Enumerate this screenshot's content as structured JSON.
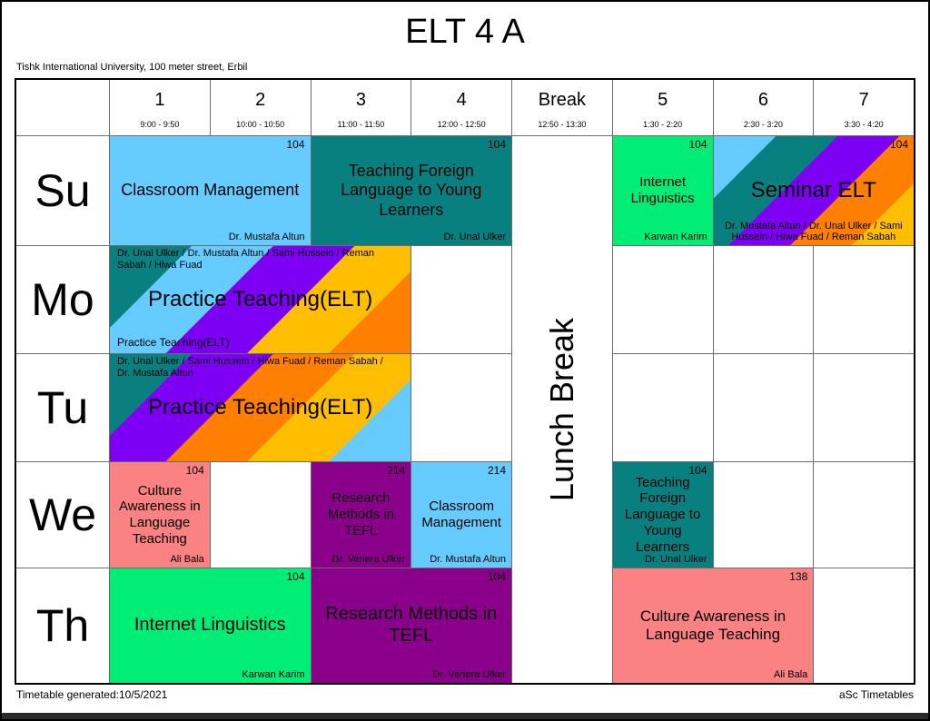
{
  "page": {
    "title": "ELT 4 A",
    "subtitle": "Tishk International University, 100 meter street, Erbil",
    "footer_left": "Timetable generated:10/5/2021",
    "footer_right": "aSc Timetables"
  },
  "header": {
    "periods": [
      {
        "label": "1",
        "time": "9:00 - 9:50"
      },
      {
        "label": "2",
        "time": "10:00 - 10:50"
      },
      {
        "label": "3",
        "time": "11:00 - 11:50"
      },
      {
        "label": "4",
        "time": "12:00 - 12:50"
      },
      {
        "label": "Break",
        "time": "12:50 - 13:30"
      },
      {
        "label": "5",
        "time": "1:30 - 2:20"
      },
      {
        "label": "6",
        "time": "2:30 - 3:20"
      },
      {
        "label": "7",
        "time": "3:30 - 4:20"
      }
    ]
  },
  "days": [
    {
      "label": "Su"
    },
    {
      "label": "Mo"
    },
    {
      "label": "Tu"
    },
    {
      "label": "We"
    },
    {
      "label": "Th"
    }
  ],
  "lunch_break": {
    "label": "Lunch Break"
  },
  "colors": {
    "light_blue": "#66CCFF",
    "teal": "#088080",
    "green": "#00EE76",
    "salmon": "#FA8282",
    "purple": "#8B008B",
    "stripe_violet": "#7D00F5",
    "stripe_orange": "#FF8000",
    "stripe_amber": "#FFBF00",
    "grid_line": "#6B6B6B",
    "page_border": "#000000"
  },
  "lessons": {
    "su_classroom": {
      "subject": "Classroom Management",
      "room": "104",
      "teacher": "Dr. Mustafa Altun"
    },
    "su_tflyl": {
      "subject": "Teaching Foreign Language to Young Learners",
      "room": "104",
      "teacher": "Dr. Unal Ulker"
    },
    "su_internet": {
      "subject": "Internet Linguistics",
      "room": "104",
      "teacher": "Karwan Karim"
    },
    "su_seminar": {
      "subject": "Seminar ELT",
      "room": "104",
      "teacher": "Dr. Mustafa Altun / Dr. Unal Ulker / Sami Hussein / Hiwa Fuad / Reman Sabah"
    },
    "mo_practice": {
      "subject": "Practice Teaching(ELT)",
      "teachers_top": "Dr. Unal Ulker / Dr. Mustafa Altun / Sami Hussein / Reman Sabah / Hiwa Fuad",
      "subtitle": "Practice Teaching(ELT)"
    },
    "tu_practice": {
      "subject": "Practice Teaching(ELT)",
      "teachers_top": "Dr. Unal Ulker / Sami Hussein / Hiwa Fuad / Reman Sabah / Dr. Mustafa Altun"
    },
    "we_culture": {
      "subject": "Culture Awareness in Language Teaching",
      "room": "104",
      "teacher": "Ali Bala"
    },
    "we_research": {
      "subject": "Research Methods in TEFL",
      "room": "214",
      "teacher": "Dr. Venera Ulker"
    },
    "we_classroom": {
      "subject": "Classroom Management",
      "room": "214",
      "teacher": "Dr. Mustafa Altun"
    },
    "we_tflyl": {
      "subject": "Teaching Foreign Language to Young Learners",
      "room": "104",
      "teacher": "Dr. Unal Ulker"
    },
    "th_internet": {
      "subject": "Internet Linguistics",
      "room": "104",
      "teacher": "Karwan Karim"
    },
    "th_research": {
      "subject": "Research Methods in TEFL",
      "room": "104",
      "teacher": "Dr. Venera Ulker"
    },
    "th_culture": {
      "subject": "Culture Awareness in Language Teaching",
      "room": "138",
      "teacher": "Ali Bala"
    }
  }
}
